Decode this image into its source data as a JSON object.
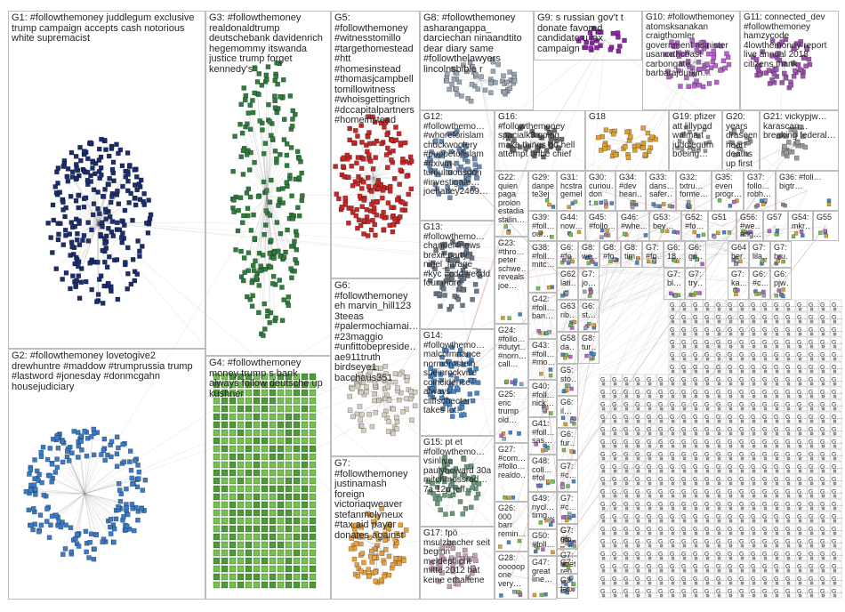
{
  "graph": {
    "background": "#ffffff",
    "border_color": "#bdbdbd",
    "groups": [
      {
        "id": "G1",
        "label": "G1: #followthemoney juddlegum exclusive trump campaign accepts cash notorious white supremacist",
        "color": "#1a2d6e"
      },
      {
        "id": "G2",
        "label": "G2: #followthemoney lovetogive2 drewhuntre #maddow #trumprussia trump #lastword #jonesday #donmcgahn housejudiciary",
        "color": "#3a7bc8"
      },
      {
        "id": "G3",
        "label": "G3: #followthemoney realdonaldtrump deutschebank davidenrich hegemommy itswanda justice trump forget kennedy's",
        "color": "#2e7d3c"
      },
      {
        "id": "G4",
        "label": "G4: #followthemoney money trump s bank always follow deutsche up kushner",
        "color": "#74c050"
      },
      {
        "id": "G5",
        "label": "G5: #followthemoney #witnesstomillo #targethomestead #htt #homesinstead #thomasjcampbell tomillowitness #whoisgettingrich #dccapitalpartners #homeinstead",
        "color": "#c62828"
      },
      {
        "id": "G6",
        "label": "G6: #followthemoney eh marvin_hill123 3teeas #palermochiamai… #23maggio #unfittobepreside… ae911truth birdseye1 bacchaus351",
        "color": "#d7cfc0"
      },
      {
        "id": "G7",
        "label": "G7: #followthemoney justinamash foreign victoriaqweaver stefanmolyneux #tax aid payer donates against",
        "color": "#e8a23c"
      },
      {
        "id": "G8",
        "label": "G8: #followthemoney asharangappa_ darciechan ninaandtito dear diary same #followthelawyers lincolnsbible r",
        "color": "#9aa7b5"
      },
      {
        "id": "G9",
        "label": "G9: s russian gov't t donate favored candidate u lax campaign",
        "color": "#8e24aa"
      },
      {
        "id": "G10",
        "label": "G10: #followthemoney atomsksanakan craigthomler government asinister usanorthcoast carbongate barbarajdurkin…",
        "color": "#b565c8"
      },
      {
        "id": "G11",
        "label": "G11: connected_dev #followthemoney hamzycode 4lowthemoney report live annual 2018 citizens thank",
        "color": "#a055b0"
      },
      {
        "id": "G12",
        "label": "G12: #followthemo… #whoreforislam chuckwoolery #puppetofislam #nxivm tumultuousdon #investigate… joeharley2469…",
        "color": "#6d8fb5"
      },
      {
        "id": "G13",
        "label": "G13: #followthemo… channel4news brexit party nigel_farage_ #kyc #cdd #ecdd four more",
        "color": "#6c7a8a"
      },
      {
        "id": "G14",
        "label": "G14: #followthemo… malcolmnance normornstein sueinrockville coincidence always cliffschecter takes lot…",
        "color": "#4a86c5"
      },
      {
        "id": "G15",
        "label": "G15: pt et #followthemo… vsinlive paulyhoward 30a mitchmossrad… 7a 12p jeff",
        "color": "#6a9a7a"
      },
      {
        "id": "G16",
        "label": "G16: #followthemoney spacialk3 going make things go hell attempt bribe chief",
        "color": "#6d6d6d"
      },
      {
        "id": "G17",
        "label": "G17: fpö msulzbacher seit beginn meldepflicht mitte 2012 hat keine erhaltene",
        "color": "#c5a0b5"
      },
      {
        "id": "G18",
        "label": "G18",
        "color": "#e0a030"
      },
      {
        "id": "G19",
        "label": "G19: pfizer att lillypad walmart juddlegum boeing…",
        "color": "#9c9c9c"
      },
      {
        "id": "G20",
        "label": "G20: years draseem… heart deaths up first time…",
        "color": "#9c9c9c"
      },
      {
        "id": "G21",
        "label": "G21: vickypjw… karascan… breaking federal…",
        "color": "#9c9c9c"
      },
      {
        "id": "G22",
        "label": "G22: quien paga prolon estadia stalin…",
        "color": "#9c9c9c"
      },
      {
        "id": "G23",
        "label": "G23: #thro… peter schwe… reveals joe…",
        "color": "#9c9c9c"
      },
      {
        "id": "G24",
        "label": "G24: #follo… #dutyt… #norn… call…",
        "color": "#9c9c9c"
      },
      {
        "id": "G25",
        "label": "G25: eric trump old…",
        "color": "#9c9c9c"
      },
      {
        "id": "G26",
        "label": "G26: 000 barr remin…",
        "color": "#9c9c9c"
      },
      {
        "id": "G27",
        "label": "G27: #com… #follo… realdo…",
        "color": "#9c9c9c"
      },
      {
        "id": "G28",
        "label": "G28: ooooop… one very…",
        "color": "#9c9c9c"
      },
      {
        "id": "G29",
        "label": "G29: danpe… te3ej",
        "color": "#9c9c9c"
      },
      {
        "id": "G30",
        "label": "G30: curiou… don t…",
        "color": "#9c9c9c"
      },
      {
        "id": "G31",
        "label": "G31: hcstra… gemell…",
        "color": "#9c9c9c"
      },
      {
        "id": "G33",
        "label": "G33: dans… safer…",
        "color": "#9c9c9c"
      },
      {
        "id": "G34",
        "label": "G34: #dev heari…",
        "color": "#9c9c9c"
      },
      {
        "id": "G35",
        "label": "G35: even progr…",
        "color": "#9c9c9c"
      },
      {
        "id": "G36",
        "label": "G36: #foll… bigtr…",
        "color": "#9c9c9c"
      },
      {
        "id": "G37",
        "label": "G37: follo… robh…",
        "color": "#9c9c9c"
      },
      {
        "id": "G32",
        "label": "G32: txtru… forme…",
        "color": "#9c9c9c"
      },
      {
        "id": "G38",
        "label": "G38: #foll… mitc…",
        "color": "#9c9c9c"
      },
      {
        "id": "G39",
        "label": "G39: #foll… our…",
        "color": "#9c9c9c"
      },
      {
        "id": "G40",
        "label": "G40: #foll… nick…",
        "color": "#9c9c9c"
      },
      {
        "id": "G41",
        "label": "G41: #foll… sas…",
        "color": "#9c9c9c"
      },
      {
        "id": "G42",
        "label": "G42: #foll… ban…",
        "color": "#9c9c9c"
      },
      {
        "id": "G43",
        "label": "G43: #foll… #mo…",
        "color": "#9c9c9c"
      },
      {
        "id": "G44",
        "label": "G44: now…",
        "color": "#9c9c9c"
      },
      {
        "id": "G45",
        "label": "G45: #follo…",
        "color": "#9c9c9c"
      },
      {
        "id": "G46",
        "label": "G46: #whe…",
        "color": "#9c9c9c"
      },
      {
        "id": "G47",
        "label": "G47: great line…",
        "color": "#9c9c9c"
      },
      {
        "id": "G48",
        "label": "G48: coll… #fol…",
        "color": "#9c9c9c"
      },
      {
        "id": "G49",
        "label": "G49: nycl… timg…",
        "color": "#9c9c9c"
      },
      {
        "id": "G50",
        "label": "G50: #foll…",
        "color": "#9c9c9c"
      },
      {
        "id": "G51",
        "label": "G51",
        "color": "#9c9c9c"
      },
      {
        "id": "G52",
        "label": "G52: #fo…",
        "color": "#9c9c9c"
      },
      {
        "id": "G53",
        "label": "G53: bev…",
        "color": "#9c9c9c"
      },
      {
        "id": "G54",
        "label": "G54: mkr…",
        "color": "#9c9c9c"
      },
      {
        "id": "G55",
        "label": "G55",
        "color": "#9c9c9c"
      },
      {
        "id": "G56",
        "label": "G56: #we… ang…",
        "color": "#9c9c9c"
      },
      {
        "id": "G57",
        "label": "G57",
        "color": "#9c9c9c"
      },
      {
        "id": "G58",
        "label": "G58: da…",
        "color": "#9c9c9c"
      },
      {
        "id": "G62",
        "label": "G62: lati…",
        "color": "#9c9c9c"
      },
      {
        "id": "G63",
        "label": "G63: rib…",
        "color": "#9c9c9c"
      },
      {
        "id": "G64",
        "label": "G64: ber…",
        "color": "#9c9c9c"
      },
      {
        "id": "Ga",
        "label": "G6: #fo…",
        "color": "#9c9c9c"
      },
      {
        "id": "Gb",
        "label": "G8: we…",
        "color": "#9c9c9c"
      },
      {
        "id": "Gc",
        "label": "G8: #fo…",
        "color": "#9c9c9c"
      },
      {
        "id": "Gd",
        "label": "G8: tim…",
        "color": "#9c9c9c"
      },
      {
        "id": "Ge",
        "label": "G7: #fo…",
        "color": "#9c9c9c"
      },
      {
        "id": "Gf",
        "label": "G6: 18…",
        "color": "#9c9c9c"
      },
      {
        "id": "Gg",
        "label": "G6: gri…",
        "color": "#9c9c9c"
      },
      {
        "id": "Gh",
        "label": "G7: lila…",
        "color": "#9c9c9c"
      },
      {
        "id": "Gi",
        "label": "G7: bru…",
        "color": "#9c9c9c"
      },
      {
        "id": "Gj",
        "label": "G7: jo…",
        "color": "#9c9c9c"
      },
      {
        "id": "Gk",
        "label": "G7: tu…",
        "color": "#9c9c9c"
      },
      {
        "id": "Gl",
        "label": "G7: bl…",
        "color": "#9c9c9c"
      },
      {
        "id": "Gm",
        "label": "G7: try…",
        "color": "#9c9c9c"
      },
      {
        "id": "Gn",
        "label": "G7: ka…",
        "color": "#9c9c9c"
      },
      {
        "id": "Go",
        "label": "G6: #c…",
        "color": "#9c9c9c"
      },
      {
        "id": "Gp",
        "label": "G6: pjw…",
        "color": "#9c9c9c"
      },
      {
        "id": "Gq",
        "label": "G6: st…",
        "color": "#9c9c9c"
      },
      {
        "id": "Gr",
        "label": "G7: #c…",
        "color": "#9c9c9c"
      },
      {
        "id": "Gs",
        "label": "G5: sto…",
        "color": "#9c9c9c"
      },
      {
        "id": "Gt",
        "label": "G6: il…",
        "color": "#9c9c9c"
      },
      {
        "id": "Gu",
        "label": "G6: fur…",
        "color": "#9c9c9c"
      },
      {
        "id": "Gv",
        "label": "G7: #c…",
        "color": "#9c9c9c"
      },
      {
        "id": "Gw",
        "label": "G7: go…",
        "color": "#9c9c9c"
      },
      {
        "id": "Gx",
        "label": "G7: ren…",
        "color": "#9c9c9c"
      },
      {
        "id": "Gy",
        "label": "G7: #fo…",
        "color": "#9c9c9c"
      },
      {
        "id": "Gz",
        "label": "G7: doet",
        "color": "#9c9c9c"
      },
      {
        "id": "Gaa",
        "label": "G8: fat…",
        "color": "#9c9c9c"
      },
      {
        "id": "Gab",
        "label": "G8: tur…",
        "color": "#9c9c9c"
      },
      {
        "id": "Gmini",
        "label": "G…",
        "color": "#9c9c9c"
      }
    ]
  }
}
